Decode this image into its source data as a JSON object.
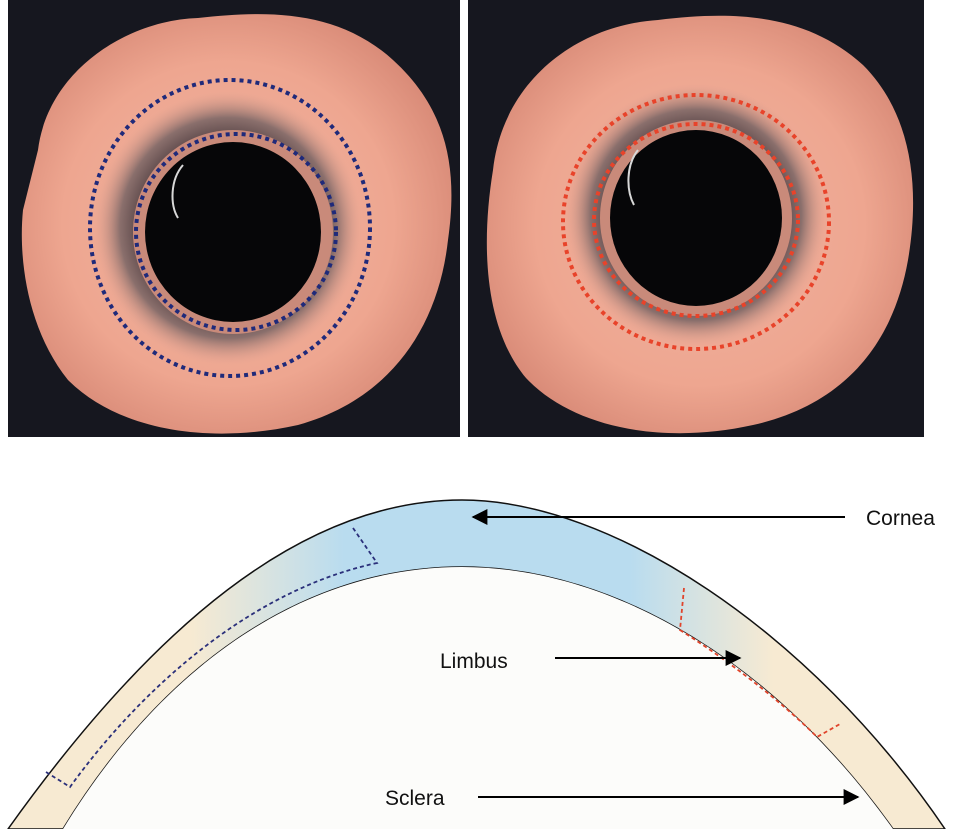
{
  "photos": [
    {
      "id": "left",
      "outline": "blue",
      "outline_color": "#1f2a7a"
    },
    {
      "id": "right",
      "outline": "red",
      "outline_color": "#e8432a"
    }
  ],
  "diagram": {
    "labels": {
      "cornea": "Cornea",
      "limbus": "Limbus",
      "sclera": "Sclera"
    },
    "colors": {
      "cornea": "#b9dcef",
      "sclera": "#f7ead2",
      "interior": "#fcfcfa",
      "left_region": "#2a2f7a",
      "right_region": "#e0442b"
    }
  }
}
